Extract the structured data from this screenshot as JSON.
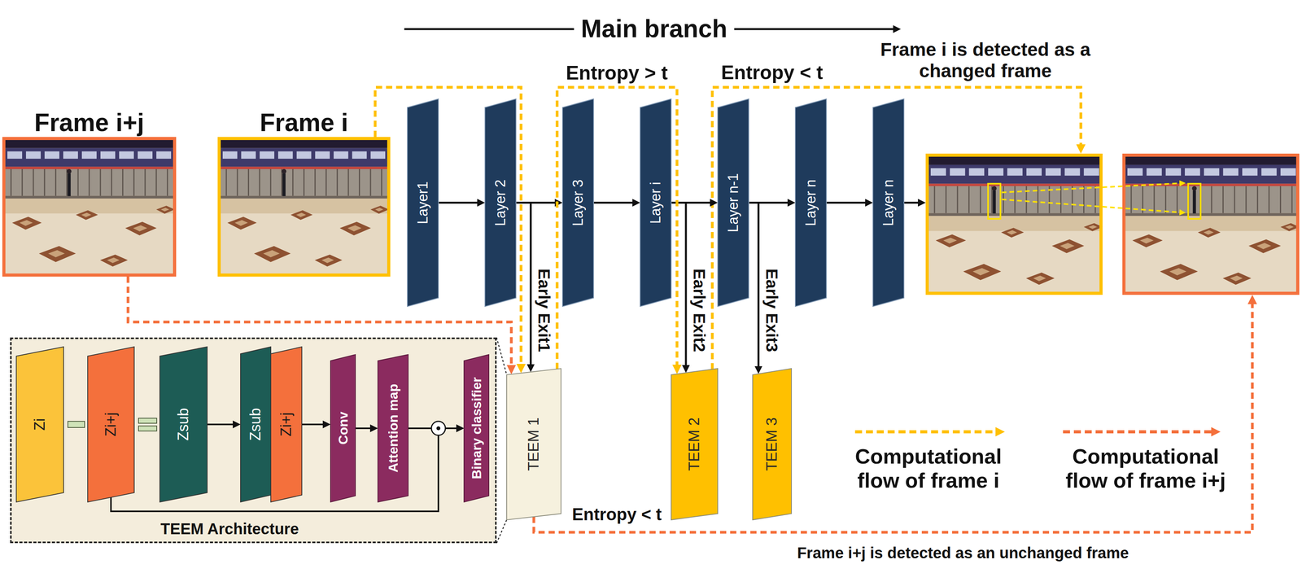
{
  "diagram": {
    "nodes": [
      {
        "text": [
          "Frame i+j"
        ]
      },
      {
        "text": [
          "Frame i"
        ]
      },
      {
        "text": [
          "Layer1"
        ]
      },
      {
        "text": [
          "Layer 2"
        ]
      },
      {
        "text": [
          "Layer 3"
        ]
      },
      {
        "text": [
          "Layer i"
        ]
      },
      {
        "text": [
          "Layer n-1"
        ]
      },
      {
        "text": [
          "Layer n"
        ]
      },
      {
        "text": [
          "Layer n"
        ]
      },
      {
        "text": [
          "TEEM Architecture"
        ]
      },
      {
        "text": [
          "Zi"
        ],
        "in": 9
      },
      {
        "text": [
          "Zi+j"
        ],
        "in": 9
      },
      {
        "text": [
          "Zsub"
        ],
        "in": 9
      },
      {
        "text": [
          "Zsub"
        ],
        "in": 9
      },
      {
        "text": [
          "Zi+j"
        ],
        "in": 9
      },
      {
        "text": [
          "Conv"
        ],
        "in": 9
      },
      {
        "text": [
          "Attention map"
        ],
        "in": 9
      },
      {
        "text": [
          "Binary classifier"
        ],
        "in": 9
      },
      {
        "text": [
          "TEEM 1"
        ]
      },
      {
        "text": [
          "TEEM 2"
        ]
      },
      {
        "text": [
          "TEEM 3"
        ]
      }
    ],
    "edges": [
      {
        "from": 2,
        "to": 3,
        "arrow": "to"
      },
      {
        "from": 3,
        "to": 4,
        "arrow": "to"
      },
      {
        "from": 4,
        "to": 5,
        "arrow": "to"
      },
      {
        "from": 5,
        "to": 6,
        "arrow": "to"
      },
      {
        "from": 6,
        "to": 7,
        "arrow": "to"
      },
      {
        "from": 7,
        "to": 8,
        "arrow": "to"
      },
      {
        "from": 3,
        "to": 18,
        "label": "Early Exit1",
        "arrow": "to"
      },
      {
        "from": 5,
        "to": 19,
        "label": "Early Exit2",
        "arrow": "to"
      },
      {
        "from": 6,
        "to": 20,
        "label": "Early Exit3",
        "arrow": "to"
      },
      {
        "from": 1,
        "to": 18,
        "arrow": "to"
      },
      {
        "from": 0,
        "to": 18,
        "arrow": "to"
      },
      {
        "from": 18,
        "to": 19,
        "label": "Entropy > t",
        "arrow": "to"
      },
      {
        "from": 12,
        "to": 13,
        "arrow": "to"
      },
      {
        "from": 14,
        "to": 15,
        "arrow": "to"
      },
      {
        "from": 15,
        "to": 16,
        "arrow": "to"
      },
      {
        "from": 16,
        "to": 17,
        "arrow": "to"
      },
      {
        "from": 11,
        "to": 17,
        "arrow": "to"
      }
    ],
    "labels": [
      "Main branch",
      "Entropy < t",
      "Frame i is detected as a changed frame",
      "Entropy < t",
      "Frame i+j is detected as an unchanged frame"
    ],
    "legend": [
      {
        "text": "Computational flow of frame i"
      },
      {
        "text": "Computational flow of frame i+j"
      }
    ]
  }
}
